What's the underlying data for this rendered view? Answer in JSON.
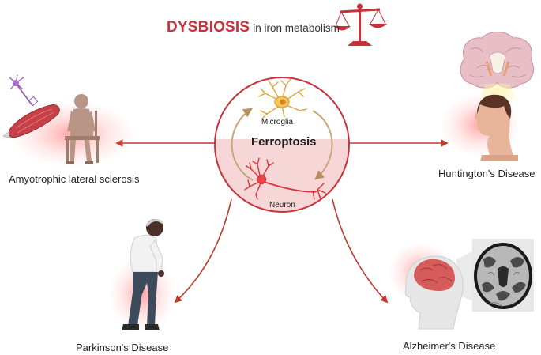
{
  "title": {
    "main": "DYSBIOSIS",
    "sub": "in iron metabolism"
  },
  "center": {
    "label": "Ferroptosis",
    "top_cell": "Microglia",
    "bottom_cell": "Neuron"
  },
  "diseases": {
    "als": "Amyotrophic lateral sclerosis",
    "huntington": "Huntington's Disease",
    "parkinson": "Parkinson's Disease",
    "alzheimer": "Alzheimer's Disease"
  },
  "colors": {
    "accent_red": "#c8323c",
    "arrow_red": "#c0392b",
    "circle_fill": "#f6d6d6",
    "cycle_arrow": "#c8a676",
    "glow": "#ff6b6b"
  },
  "icons": [
    "balance-scale-icon",
    "microglia-cell-icon",
    "neuron-cell-icon",
    "motor-neuron-muscle-icon",
    "seated-person-icon",
    "brain-coronal-section-icon",
    "head-profile-icon",
    "elderly-walking-person-icon",
    "brain-head-profile-icon",
    "brain-mri-axial-icon"
  ]
}
